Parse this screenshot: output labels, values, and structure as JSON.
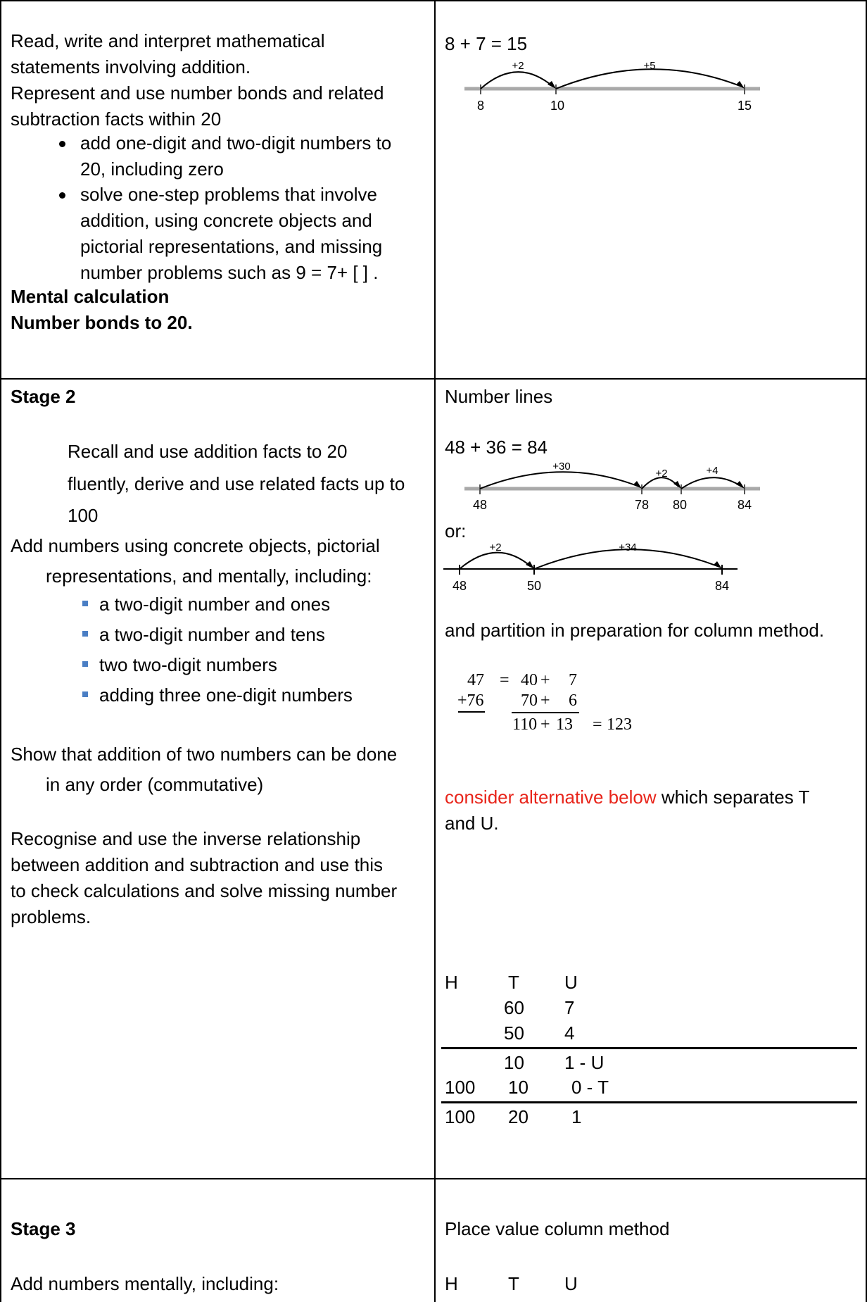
{
  "row1": {
    "left": {
      "line1": "Read, write and interpret mathematical",
      "line2": "statements involving addition.",
      "line3": "Represent and use number bonds and related",
      "line4": "subtraction facts within 20",
      "bullet1_l1": "add one-digit and two-digit numbers to",
      "bullet1_l2": "20, including zero",
      "bullet2_l1": "solve one-step problems that involve",
      "bullet2_l2": "addition, using concrete objects and",
      "bullet2_l3": "pictorial representations, and missing",
      "bullet2_l4": "number problems such as 9 = 7+ [ ] .",
      "mental_title": "Mental calculation",
      "mental_text": "Number bonds to 20."
    },
    "right": {
      "equation": "8 + 7 = 15",
      "numberline": {
        "jump1": "+2",
        "jump2": "+5",
        "tick_a": "8",
        "tick_b": "10",
        "tick_c": "15"
      }
    }
  },
  "row2": {
    "left": {
      "stage_title": "Stage 2",
      "recall_l1": "Recall and use addition facts to 20",
      "recall_l2": "fluently, derive and use related facts up to",
      "recall_l3": "100",
      "add_l1": "Add numbers using concrete objects, pictorial",
      "add_l2": "representations, and mentally, including:",
      "items": [
        "a two-digit number and ones",
        "a two-digit number and tens",
        "two two-digit numbers",
        "adding three one-digit numbers"
      ],
      "show_l1": "Show that addition of two numbers can be done",
      "show_l2": "in any order (commutative)",
      "inverse_l1": "Recognise and use the inverse relationship",
      "inverse_l2": "between addition and subtraction and use this",
      "inverse_l3": "to check calculations and solve missing number",
      "inverse_l4": "problems."
    },
    "right": {
      "heading": "Number lines",
      "equation": "48 + 36 = 84",
      "numberline1": {
        "jump1": "+30",
        "jump2": "+2",
        "jump3": "+4",
        "tick_a": "48",
        "tick_b": "78",
        "tick_c": "80",
        "tick_d": "84"
      },
      "or_label": "or:",
      "numberline2": {
        "jump1": "+2",
        "jump2": "+34",
        "tick_a": "48",
        "tick_b": "50",
        "tick_c": "84"
      },
      "partition_text": "and partition in preparation for column method.",
      "partition": {
        "r1_a": "47",
        "r1_eq": "=",
        "r1_b": "40",
        "r1_plus": "+",
        "r1_c": "7",
        "r2_a": "+76",
        "r2_b": "70",
        "r2_plus": "+",
        "r2_c": "6",
        "r3_b": "110",
        "r3_plus": "+",
        "r3_c": "13",
        "r3_eq": "=",
        "r3_d": "123"
      },
      "consider_red": "consider alternative below",
      "consider_rest": " which separates T",
      "consider_l2": "and U.",
      "table": {
        "headers": [
          "H",
          "T",
          "U"
        ],
        "row1": [
          "",
          "60",
          "7"
        ],
        "row2": [
          "",
          "50",
          "4"
        ],
        "row3": [
          "",
          "10",
          "1 - U"
        ],
        "row4": [
          "100",
          "10",
          "0 - T"
        ],
        "row5": [
          "100",
          "20",
          "1"
        ]
      }
    }
  },
  "row3": {
    "left": {
      "stage_title": "Stage 3",
      "line1": "Add numbers mentally, including:"
    },
    "right": {
      "heading": "Place value column method",
      "headers": [
        "H",
        "T",
        "U"
      ]
    }
  }
}
